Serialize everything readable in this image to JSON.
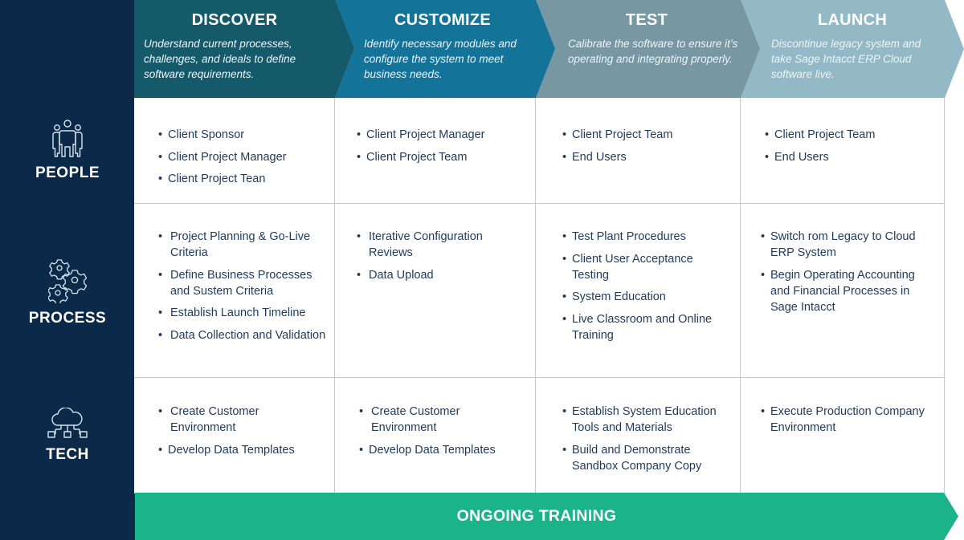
{
  "colors": {
    "sidebar": "#0b2a4a",
    "discover": "#155a6b",
    "customize": "#137398",
    "test": "#7798a3",
    "launch": "#93b9c6",
    "training": "#1bb38a",
    "body_text": "#1f3a5a",
    "grid_line": "#c8c8c8"
  },
  "stages": [
    {
      "title": "DISCOVER",
      "description": "Understand current processes, challenges, and ideals to define software requirements."
    },
    {
      "title": "CUSTOMIZE",
      "description": "Identify necessary modules and configure the system to meet business needs."
    },
    {
      "title": "TEST",
      "description": "Calibrate the software to ensure it’s operating and integrating properly."
    },
    {
      "title": "LAUNCH",
      "description": "Discontinue legacy system and take Sage Intacct ERP Cloud software live."
    }
  ],
  "rows": [
    {
      "label": "PEOPLE",
      "icon": "people-group-icon",
      "cells": [
        [
          "Client Sponsor",
          "Client Project Manager",
          "Client Project Tean"
        ],
        [
          "Client Project Manager",
          "Client Project Team"
        ],
        [
          "Client Project Team",
          "End Users"
        ],
        [
          "Client Project Team",
          "End Users"
        ]
      ]
    },
    {
      "label": "PROCESS",
      "icon": "gears-icon",
      "cells": [
        [
          "Project Planning & Go-Live Criteria",
          "Define Business Processes and Sustem Criteria",
          "Establish Launch Timeline",
          "Data Collection and Validation"
        ],
        [
          "Iterative Configuration Reviews",
          "Data Upload"
        ],
        [
          "Test Plant Procedures",
          "Client User Acceptance Testing",
          "System Education",
          "Live Classroom and Online Training"
        ],
        [
          "Switch rom Legacy to Cloud ERP System",
          "Begin Operating Accounting and Financial Processes in Sage Intacct"
        ]
      ]
    },
    {
      "label": "TECH",
      "icon": "cloud-network-icon",
      "cells": [
        [
          "Create Customer Environment",
          "Develop Data Templates"
        ],
        [
          "Create Customer Environment",
          "Develop Data Templates"
        ],
        [
          "Establish System Education Tools and Materials",
          "Build and Demonstrate Sandbox Company Copy"
        ],
        [
          "Execute Production Company Environment"
        ]
      ]
    }
  ],
  "footer": {
    "label": "ONGOING TRAINING"
  }
}
